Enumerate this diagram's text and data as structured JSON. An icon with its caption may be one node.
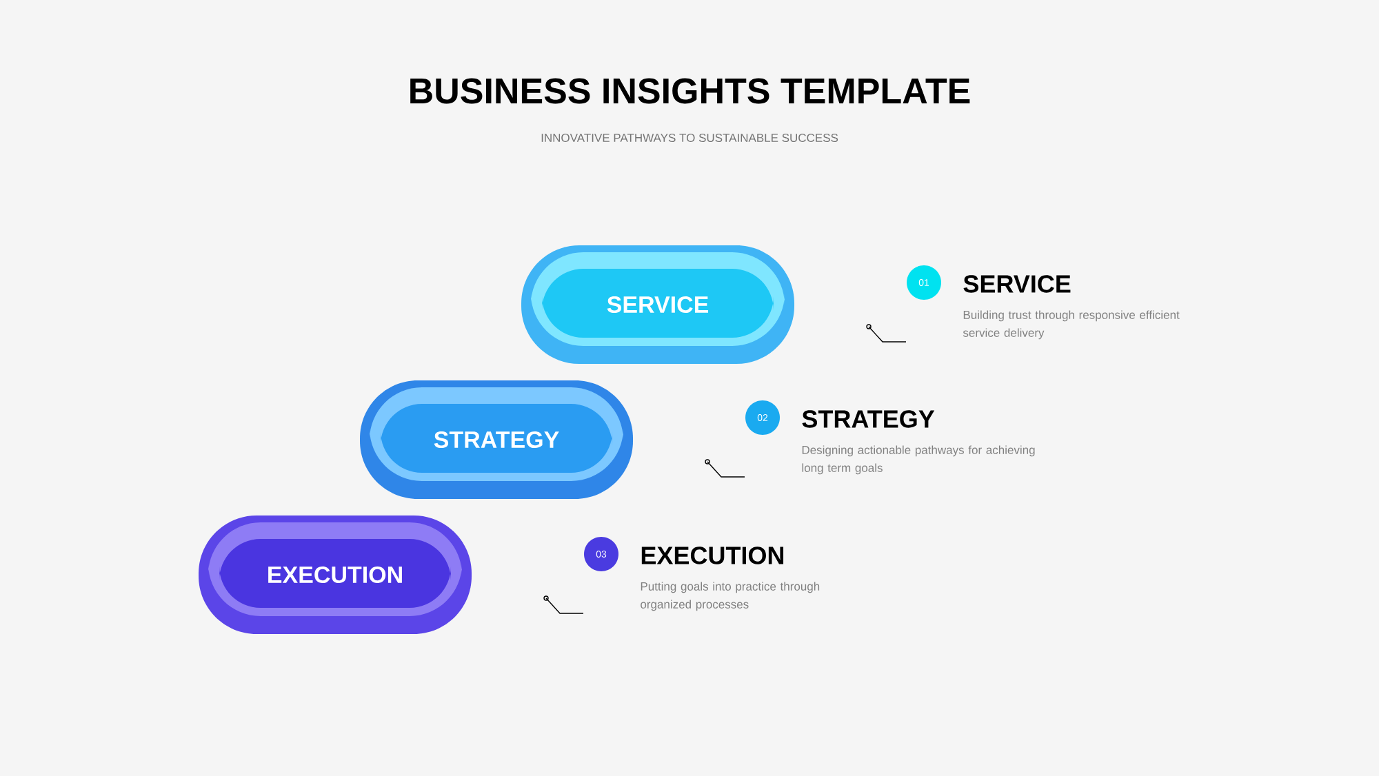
{
  "diagram": {
    "title": "BUSINESS INSIGHTS TEMPLATE",
    "caption": "INNOVATIVE PATHWAYS TO SUSTAINABLE SUCCESS",
    "nodes": [
      {
        "text": [
          "SERVICE"
        ]
      },
      {
        "text": [
          "STRATEGY"
        ]
      },
      {
        "text": [
          "EXECUTION"
        ]
      },
      {
        "text": [
          "01"
        ],
        "beside": [
          "SERVICE",
          "Building trust through responsive efficient service delivery"
        ]
      },
      {
        "text": [
          "02"
        ],
        "beside": [
          "STRATEGY",
          "Designing actionable pathways for achieving long term goals"
        ]
      },
      {
        "text": [
          "03"
        ],
        "beside": [
          "EXECUTION",
          "Putting goals into practice through organized processes"
        ]
      }
    ]
  }
}
